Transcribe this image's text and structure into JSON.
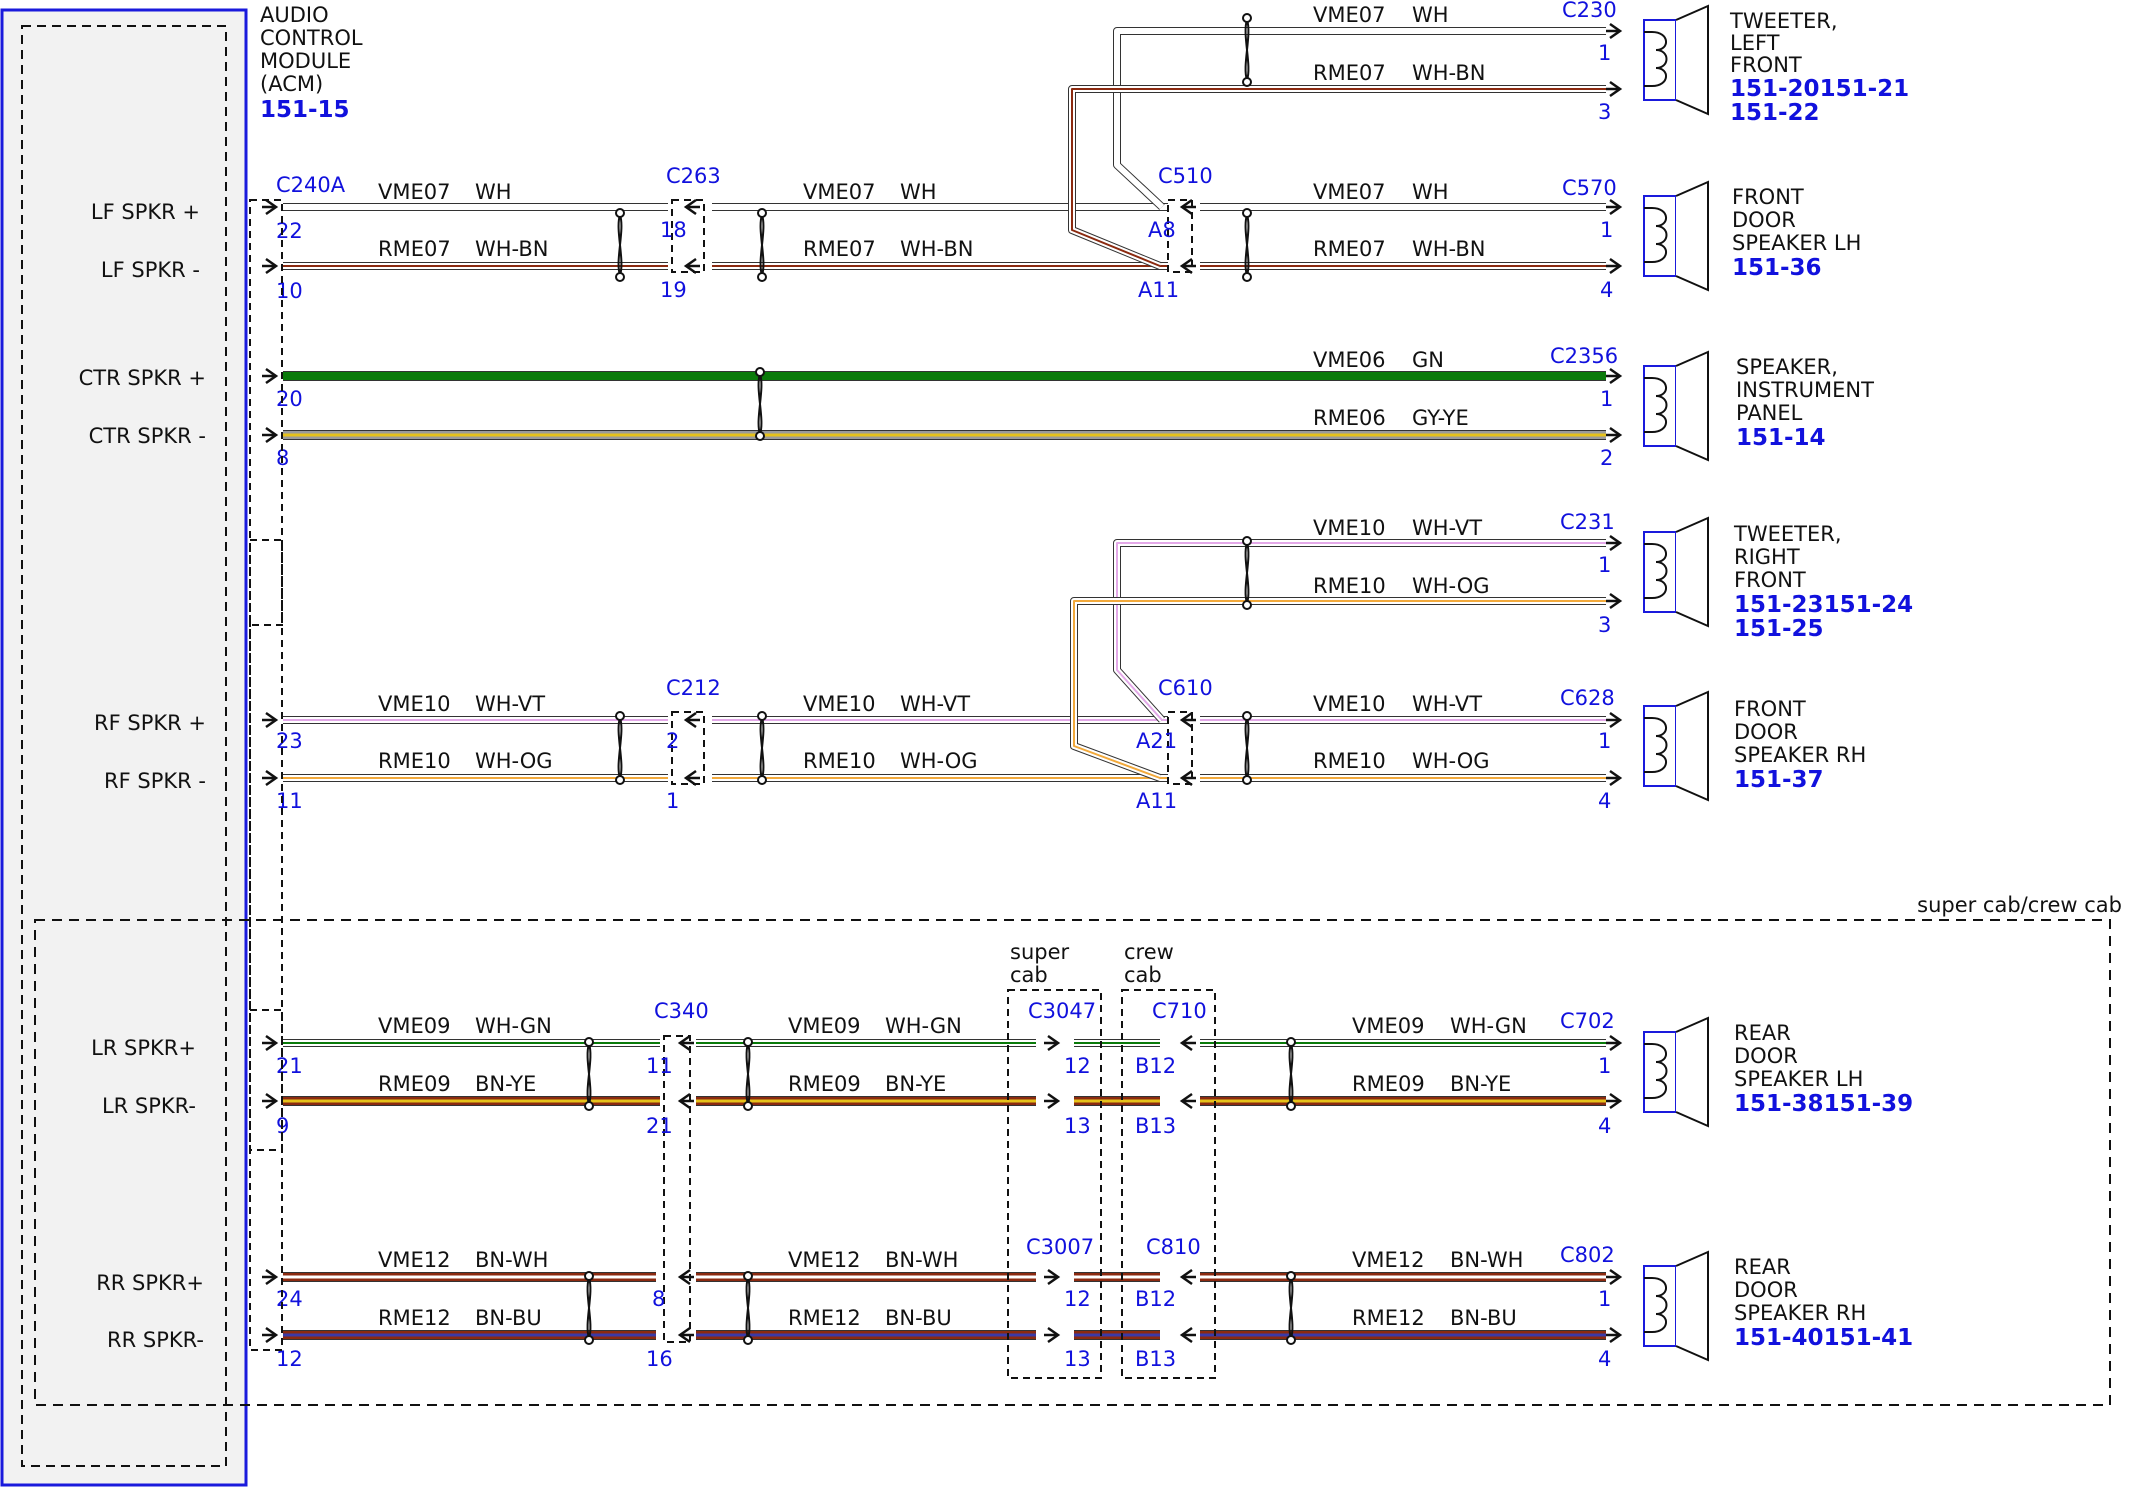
{
  "module": {
    "title_lines": [
      "AUDIO",
      "CONTROL",
      "MODULE",
      "(ACM)"
    ],
    "ref": "151-15",
    "connector": "C240A"
  },
  "option_box_label": "super cab/crew cab",
  "option_super": [
    "super",
    "cab"
  ],
  "option_crew": [
    "crew",
    "cab"
  ],
  "colors": {
    "WH": "#ffffff",
    "BN": "#8b2a10",
    "GN": "#0a7a0a",
    "GY": "#9a9a9a",
    "YE": "#e6c21a",
    "VT": "#e3a8e8",
    "OG": "#f2a93b",
    "BU": "#3a3aa8",
    "frame": "#1a1adc"
  },
  "left_pins": [
    {
      "label": "LF SPKR +",
      "pin": "22"
    },
    {
      "label": "LF SPKR -",
      "pin": "10"
    },
    {
      "label": "CTR SPKR +",
      "pin": "20"
    },
    {
      "label": "CTR SPKR -",
      "pin": "8"
    },
    {
      "label": "RF SPKR +",
      "pin": "23"
    },
    {
      "label": "RF SPKR -",
      "pin": "11"
    },
    {
      "label": "LR SPKR+",
      "pin": "21"
    },
    {
      "label": "LR SPKR-",
      "pin": "9"
    },
    {
      "label": "RR SPKR+",
      "pin": "24"
    },
    {
      "label": "RR SPKR-",
      "pin": "12"
    }
  ],
  "wires": {
    "vme07": {
      "circuit": "VME07",
      "color": "WH"
    },
    "rme07": {
      "circuit": "RME07",
      "color": "WH-BN"
    },
    "vme06": {
      "circuit": "VME06",
      "color": "GN"
    },
    "rme06": {
      "circuit": "RME06",
      "color": "GY-YE"
    },
    "vme10": {
      "circuit": "VME10",
      "color": "WH-VT"
    },
    "rme10": {
      "circuit": "RME10",
      "color": "WH-OG"
    },
    "vme09": {
      "circuit": "VME09",
      "color": "WH-GN"
    },
    "rme09": {
      "circuit": "RME09",
      "color": "BN-YE"
    },
    "vme12": {
      "circuit": "VME12",
      "color": "BN-WH"
    },
    "rme12": {
      "circuit": "RME12",
      "color": "BN-BU"
    }
  },
  "connectors": {
    "c263": {
      "name": "C263",
      "pins": [
        "18",
        "19"
      ]
    },
    "c510": {
      "name": "C510",
      "pins": [
        "A8",
        "A11"
      ]
    },
    "c570": {
      "name": "C570",
      "pins": [
        "1",
        "4"
      ]
    },
    "c230": {
      "name": "C230",
      "pins": [
        "1",
        "3"
      ]
    },
    "c2356": {
      "name": "C2356",
      "pins": [
        "1",
        "2"
      ]
    },
    "c212": {
      "name": "C212",
      "pins": [
        "2",
        "1"
      ]
    },
    "c610": {
      "name": "C610",
      "pins": [
        "A21",
        "A11"
      ]
    },
    "c628": {
      "name": "C628",
      "pins": [
        "1",
        "4"
      ]
    },
    "c231": {
      "name": "C231",
      "pins": [
        "1",
        "3"
      ]
    },
    "c340": {
      "name": "C340",
      "pins": [
        "11",
        "21",
        "8",
        "16"
      ]
    },
    "c3047": {
      "name": "C3047",
      "pins": [
        "12",
        "13"
      ]
    },
    "c710": {
      "name": "C710",
      "pins": [
        "B12",
        "B13"
      ]
    },
    "c702": {
      "name": "C702",
      "pins": [
        "1",
        "4"
      ]
    },
    "c3007": {
      "name": "C3007",
      "pins": [
        "12",
        "13"
      ]
    },
    "c810": {
      "name": "C810",
      "pins": [
        "B12",
        "B13"
      ]
    },
    "c802": {
      "name": "C802",
      "pins": [
        "1",
        "4"
      ]
    }
  },
  "speakers": [
    {
      "lines": [
        "TWEETER,",
        "LEFT",
        "FRONT"
      ],
      "refs": [
        "151-20151-21",
        "151-22"
      ]
    },
    {
      "lines": [
        "FRONT",
        "DOOR",
        "SPEAKER LH"
      ],
      "refs": [
        "151-36"
      ]
    },
    {
      "lines": [
        "SPEAKER,",
        "INSTRUMENT",
        "PANEL"
      ],
      "refs": [
        "151-14"
      ]
    },
    {
      "lines": [
        "TWEETER,",
        "RIGHT",
        "FRONT"
      ],
      "refs": [
        "151-23151-24",
        "151-25"
      ]
    },
    {
      "lines": [
        "FRONT",
        "DOOR",
        "SPEAKER RH"
      ],
      "refs": [
        "151-37"
      ]
    },
    {
      "lines": [
        "REAR",
        "DOOR",
        "SPEAKER LH"
      ],
      "refs": [
        "151-38151-39"
      ]
    },
    {
      "lines": [
        "REAR",
        "DOOR",
        "SPEAKER RH"
      ],
      "refs": [
        "151-40151-41"
      ]
    }
  ]
}
